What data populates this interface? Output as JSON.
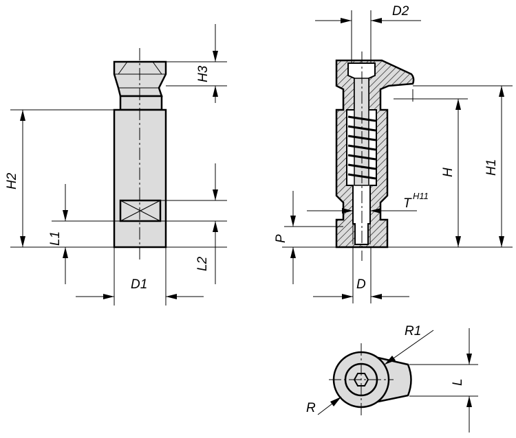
{
  "colors": {
    "line": "#000000",
    "part_fill": "#dcdcdc",
    "background": "#ffffff"
  },
  "dimensions": {
    "H3": "H3",
    "H2": "H2",
    "L1": "L1",
    "L2": "L2",
    "D1": "D1",
    "D2": "D2",
    "H": "H",
    "H1": "H1",
    "T": "T",
    "T_tolerance": "H11",
    "P": "P",
    "D": "D",
    "R1": "R1",
    "R": "R",
    "L": "L"
  }
}
